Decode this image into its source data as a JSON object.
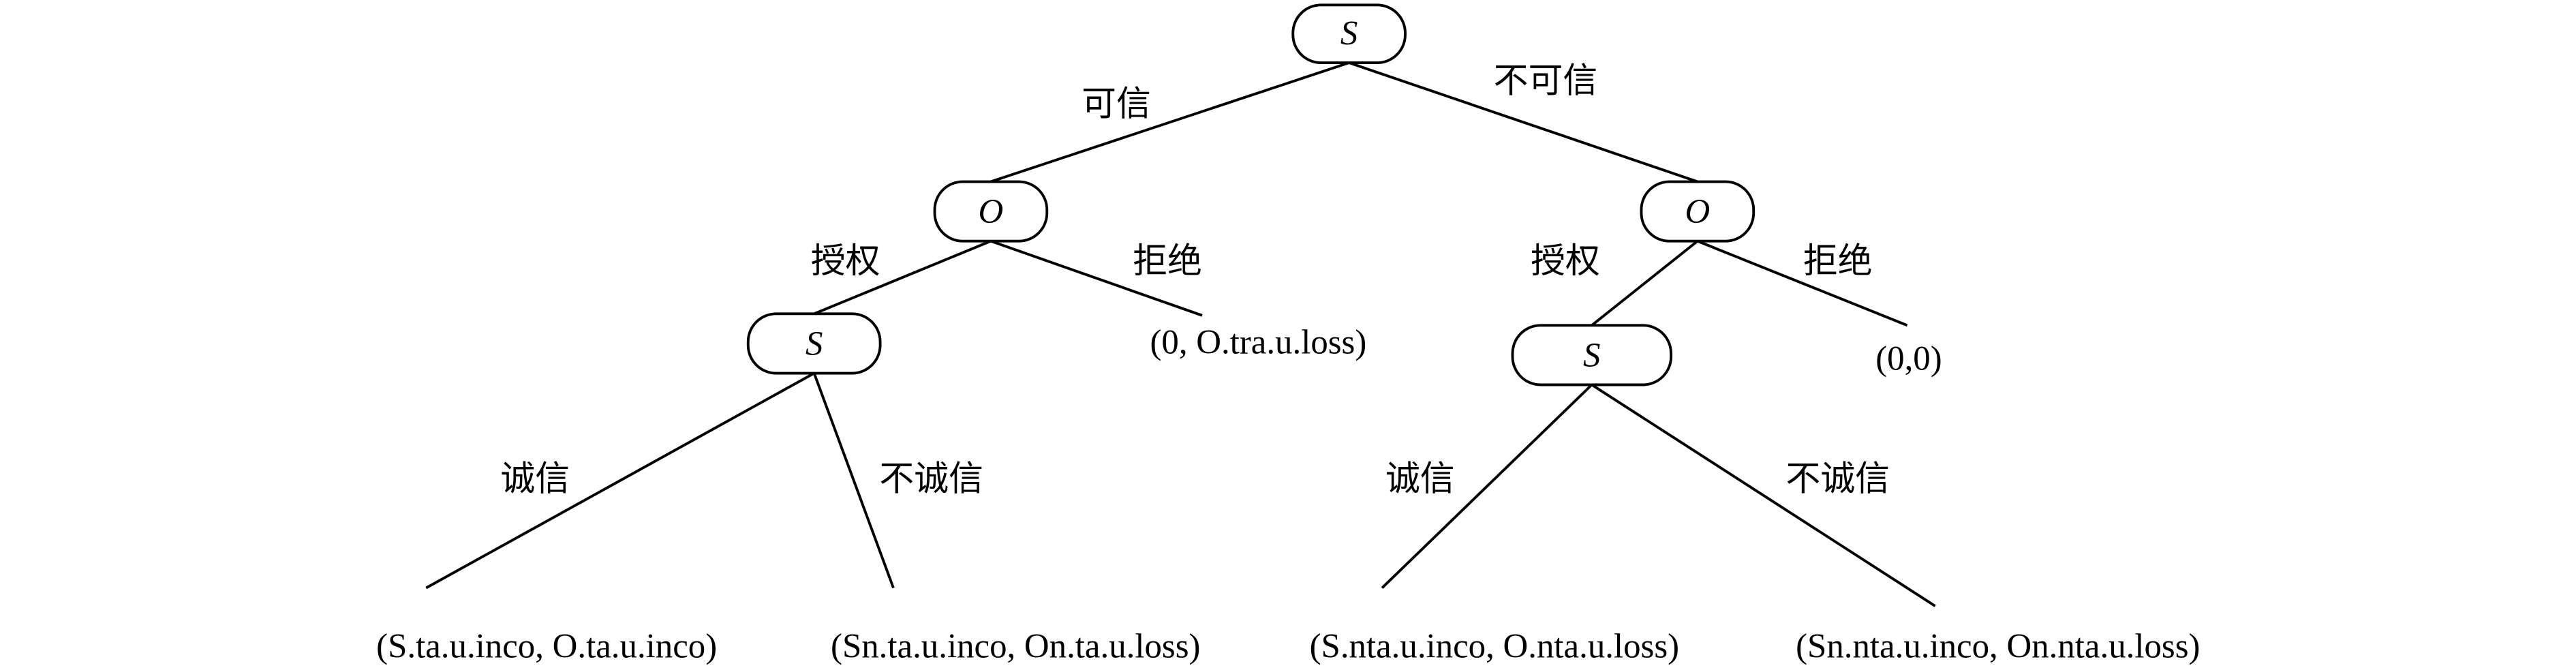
{
  "nodes": {
    "root": "S",
    "o_left": "O",
    "o_right": "O",
    "s_left": "S",
    "s_right": "S"
  },
  "edges": {
    "trusted": "可信",
    "untrusted": "不可信",
    "left_authorize": "授权",
    "left_reject": "拒绝",
    "right_authorize": "授权",
    "right_reject": "拒绝",
    "left_honest": "诚信",
    "left_dishonest": "不诚信",
    "right_honest": "诚信",
    "right_dishonest": "不诚信"
  },
  "payoffs": {
    "left_reject": "(0, O.tra.u.loss)",
    "right_reject": "(0,0)",
    "ta_honest": "(S.ta.u.inco, O.ta.u.inco)",
    "ta_dishonest": "(Sn.ta.u.inco, On.ta.u.loss)",
    "nta_honest": "(S.nta.u.inco, O.nta.u.loss)",
    "nta_dishonest": "(Sn.nta.u.inco, On.nta.u.loss)"
  }
}
